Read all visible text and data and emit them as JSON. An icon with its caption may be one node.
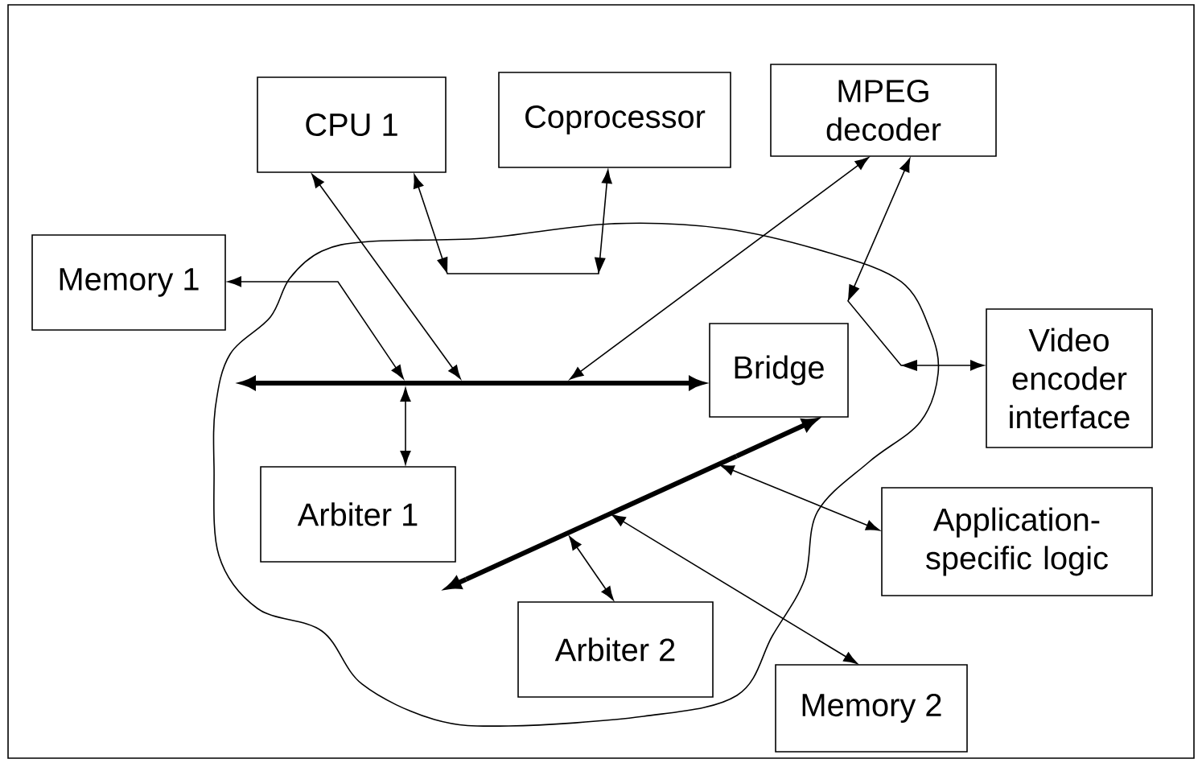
{
  "diagram": {
    "nodes": [
      {
        "text": [
          "CPU 1"
        ]
      },
      {
        "text": [
          "Coprocessor"
        ]
      },
      {
        "text": [
          "MPEG decoder"
        ]
      },
      {
        "text": [
          "Memory 1"
        ]
      },
      {
        "text": [],
        "shape": "bar"
      },
      {
        "text": [
          "Bridge"
        ]
      },
      {
        "text": [
          "Video encoder interface"
        ]
      },
      {
        "text": [
          "Arbiter 1"
        ]
      },
      {
        "text": [],
        "shape": "bar"
      },
      {
        "text": [
          "Application-specific logic"
        ]
      },
      {
        "text": [
          "Arbiter 2"
        ]
      },
      {
        "text": [
          "Memory 2"
        ]
      }
    ],
    "edges": [
      {
        "from": 3,
        "to": 4,
        "arrow": "both"
      },
      {
        "from": 0,
        "to": 4,
        "arrow": "both"
      },
      {
        "from": 0,
        "to": 1,
        "arrow": "both"
      },
      {
        "from": 2,
        "to": 4,
        "arrow": "both"
      },
      {
        "from": 2,
        "to": 6,
        "arrow": "both"
      },
      {
        "from": 4,
        "to": 5,
        "arrow": "to",
        "style": "thick"
      },
      {
        "from": 7,
        "to": 4,
        "arrow": "both"
      },
      {
        "from": 8,
        "to": 5,
        "arrow": "to",
        "style": "thick"
      },
      {
        "from": 10,
        "to": 8,
        "arrow": "both"
      },
      {
        "from": 11,
        "to": 8,
        "arrow": "both"
      },
      {
        "from": 9,
        "to": 8,
        "arrow": "both"
      }
    ]
  }
}
